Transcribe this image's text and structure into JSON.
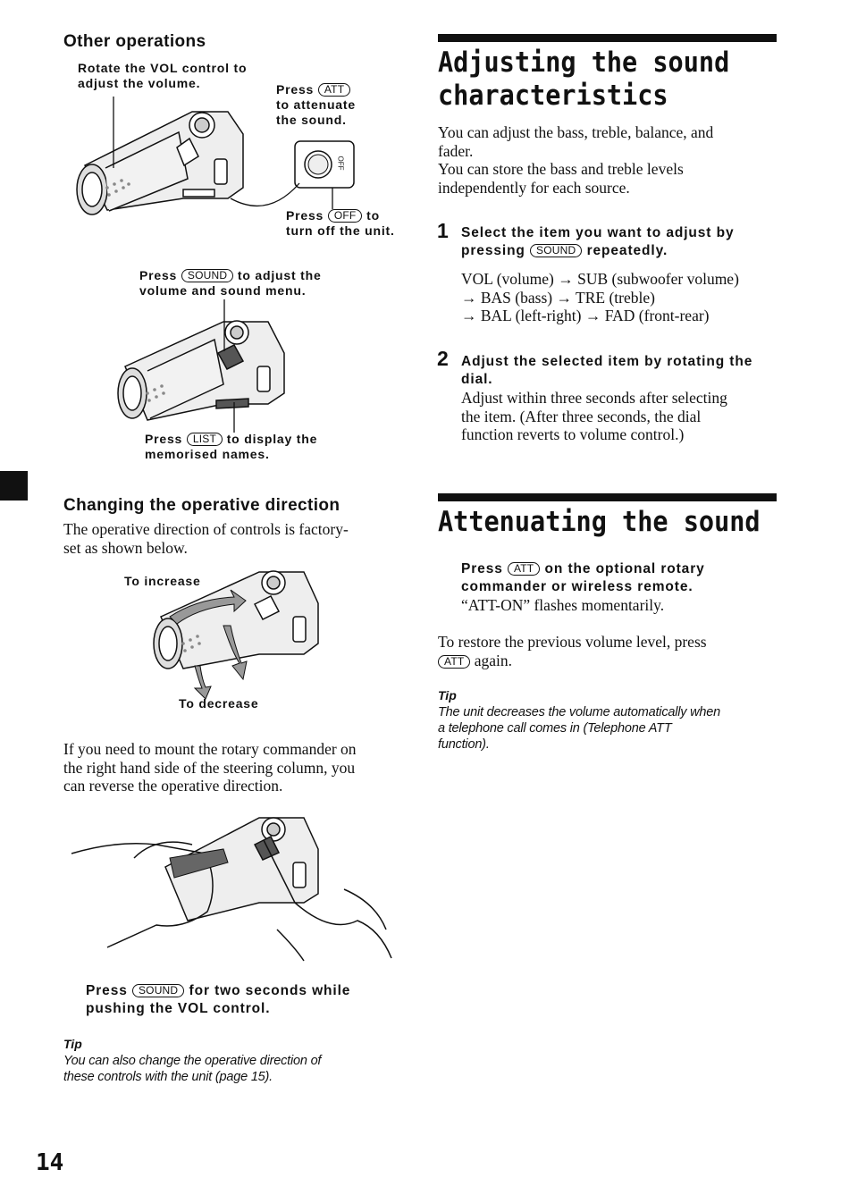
{
  "page_number": "14",
  "other_ops": {
    "heading": "Other operations",
    "vol_caption": [
      "Rotate the VOL control to",
      "adjust the volume."
    ],
    "att_caption": {
      "pre": "Press",
      "key": "ATT",
      "lines": [
        "to attenuate",
        "the sound."
      ]
    },
    "off_label": "OFF",
    "off_caption": {
      "pre": "Press",
      "key": "OFF",
      "post": "to",
      "line2": "turn off the unit."
    },
    "sound_caption": {
      "pre": "Press",
      "key": "SOUND",
      "post": "to adjust the",
      "line2": "volume and sound menu."
    },
    "list_caption": {
      "pre": "Press",
      "key": "LIST",
      "post": "to display the",
      "line2": "memorised names."
    }
  },
  "direction": {
    "heading": "Changing the operative direction",
    "intro": [
      "The operative direction of controls is factory-",
      "set as shown below."
    ],
    "to_increase": "To increase",
    "to_decrease": "To decrease",
    "para": [
      "If you need to mount the rotary commander on",
      "the right hand side of the steering column, you",
      "can reverse the operative direction."
    ],
    "instruction": {
      "pre": "Press",
      "key": "SOUND",
      "post": "for two seconds while",
      "line2": "pushing the VOL control."
    },
    "tip_label": "Tip",
    "tip": [
      "You can also change the operative direction of",
      "these controls with the unit (page 15)."
    ]
  },
  "adjust": {
    "title": [
      "Adjusting the sound",
      "characteristics"
    ],
    "intro": [
      "You can adjust the bass, treble, balance, and",
      "fader.",
      "You can store the bass and treble levels",
      "independently for each source."
    ],
    "step1": {
      "num": "1",
      "line1": "Select the item you want to adjust by",
      "pre": "pressing",
      "key": "SOUND",
      "post": "repeatedly."
    },
    "sequence": {
      "line1": [
        "VOL (volume)",
        "SUB (subwoofer volume)"
      ],
      "line2": [
        "BAS (bass)",
        "TRE (treble)"
      ],
      "line3": [
        "BAL (left-right)",
        "FAD (front-rear)"
      ],
      "arrow": "→"
    },
    "step2": {
      "num": "2",
      "title": [
        "Adjust the selected item by rotating the",
        "dial."
      ],
      "body": [
        "Adjust within three seconds after selecting",
        "the item. (After three seconds, the dial",
        "function reverts to volume control.)"
      ]
    }
  },
  "attenuate": {
    "title": "Attenuating the sound",
    "instruction": {
      "pre": "Press",
      "key": "ATT",
      "post": "on the optional rotary",
      "line2": "commander or wireless remote."
    },
    "flash": "“ATT-ON” flashes momentarily.",
    "restore": {
      "line1": "To restore the previous volume level, press",
      "key": "ATT",
      "post": "again."
    },
    "tip_label": "Tip",
    "tip": [
      "The unit decreases the volume automatically when",
      "a telephone call comes in (Telephone ATT",
      "function)."
    ]
  }
}
